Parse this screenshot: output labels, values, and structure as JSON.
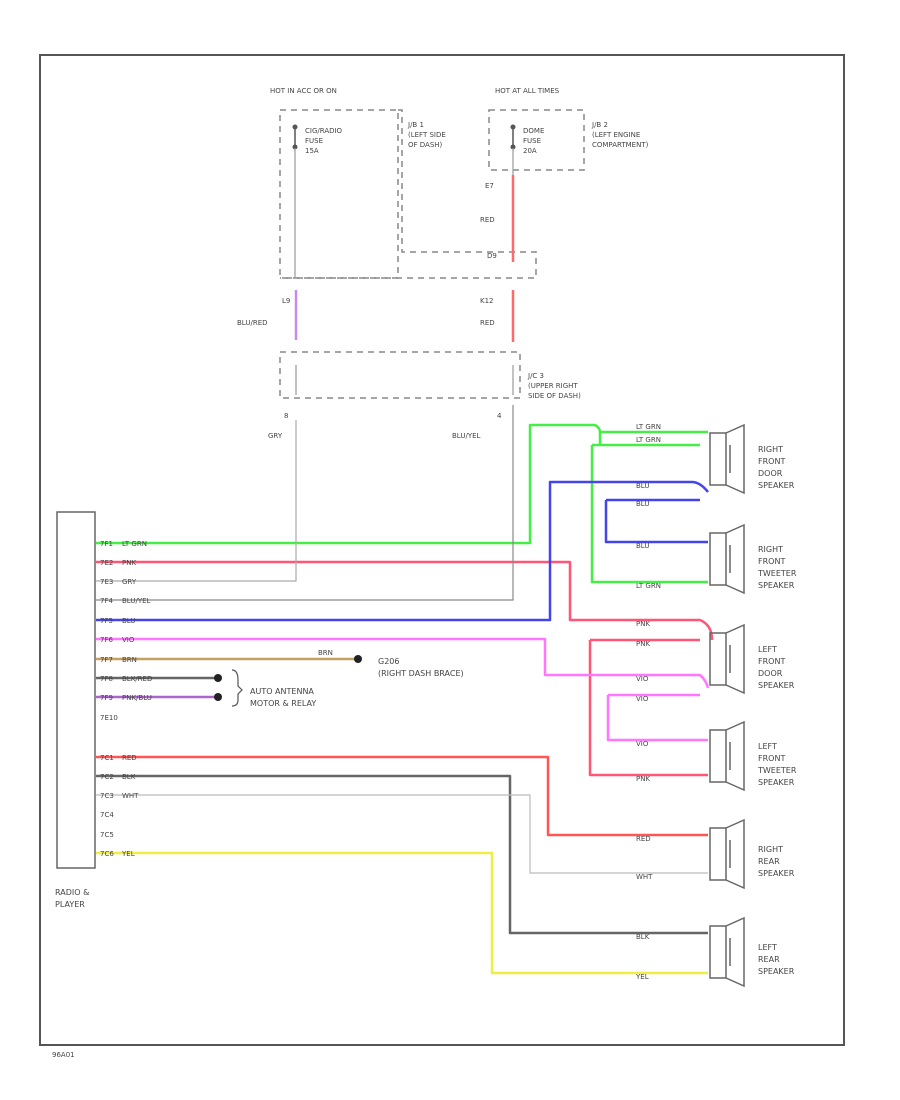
{
  "power": {
    "left_source": "HOT IN ACC OR ON",
    "left_fuse": [
      "CIG/RADIO",
      "FUSE",
      "15A"
    ],
    "left_jb": [
      "J/B 1",
      "(LEFT SIDE",
      "OF DASH)"
    ],
    "right_source": "HOT AT ALL TIMES",
    "right_fuse": [
      "DOME",
      "FUSE",
      "20A"
    ],
    "right_jb": [
      "J/B 2",
      "(LEFT ENGINE",
      "COMPARTMENT)"
    ],
    "pin_e7": "E7",
    "red_a": "RED",
    "pin_d9": "D9",
    "pin_l9": "L9",
    "blu_red": "BLU/RED",
    "pin_k12": "K12",
    "red_b": "RED",
    "jc": [
      "J/C 3",
      "(UPPER RIGHT",
      "SIDE OF DASH)"
    ],
    "pin_8": "8",
    "gry": "GRY",
    "pin_4": "4",
    "blu_yel": "BLU/YEL"
  },
  "radio": {
    "name_lines": [
      "RADIO &",
      "PLAYER"
    ],
    "pins": [
      "7F1",
      "7E2",
      "7E3",
      "7F4",
      "7F5",
      "7F6",
      "7F7",
      "7F8",
      "7F9",
      "7E10",
      "7C1",
      "7C2",
      "7C3",
      "7C4",
      "7C5",
      "7C6"
    ],
    "wires": [
      "LT GRN",
      "PNK",
      "GRY",
      "BLU/YEL",
      "BLU",
      "VIO",
      "BRN",
      "BLK/RED",
      "PNK/BLU",
      "",
      "RED",
      "BLK",
      "WHT",
      "",
      "",
      "YEL"
    ]
  },
  "ground": {
    "wire": "BRN",
    "name": "G206",
    "loc": "(RIGHT DASH BRACE)"
  },
  "antenna": [
    "AUTO ANTENNA",
    "MOTOR & RELAY"
  ],
  "speaker_wires": {
    "rfd1": "LT GRN",
    "rfd2": "LT GRN",
    "rfd3": "BLU",
    "rfd4": "BLU",
    "rft1": "BLU",
    "rft2": "LT GRN",
    "lfd1": "PNK",
    "lfd2": "PNK",
    "lfd3": "VIO",
    "lfd4": "VIO",
    "lft1": "VIO",
    "lft2": "PNK",
    "rr1": "RED",
    "rr2": "WHT",
    "lr1": "BLK",
    "lr2": "YEL"
  },
  "speakers": [
    [
      "RIGHT",
      "FRONT",
      "DOOR",
      "SPEAKER"
    ],
    [
      "RIGHT",
      "FRONT",
      "TWEETER",
      "SPEAKER"
    ],
    [
      "LEFT",
      "FRONT",
      "DOOR",
      "SPEAKER"
    ],
    [
      "LEFT",
      "FRONT",
      "TWEETER",
      "SPEAKER"
    ],
    [
      "RIGHT",
      "REAR",
      "SPEAKER"
    ],
    [
      "LEFT",
      "REAR",
      "SPEAKER"
    ]
  ],
  "footer": "96A01"
}
